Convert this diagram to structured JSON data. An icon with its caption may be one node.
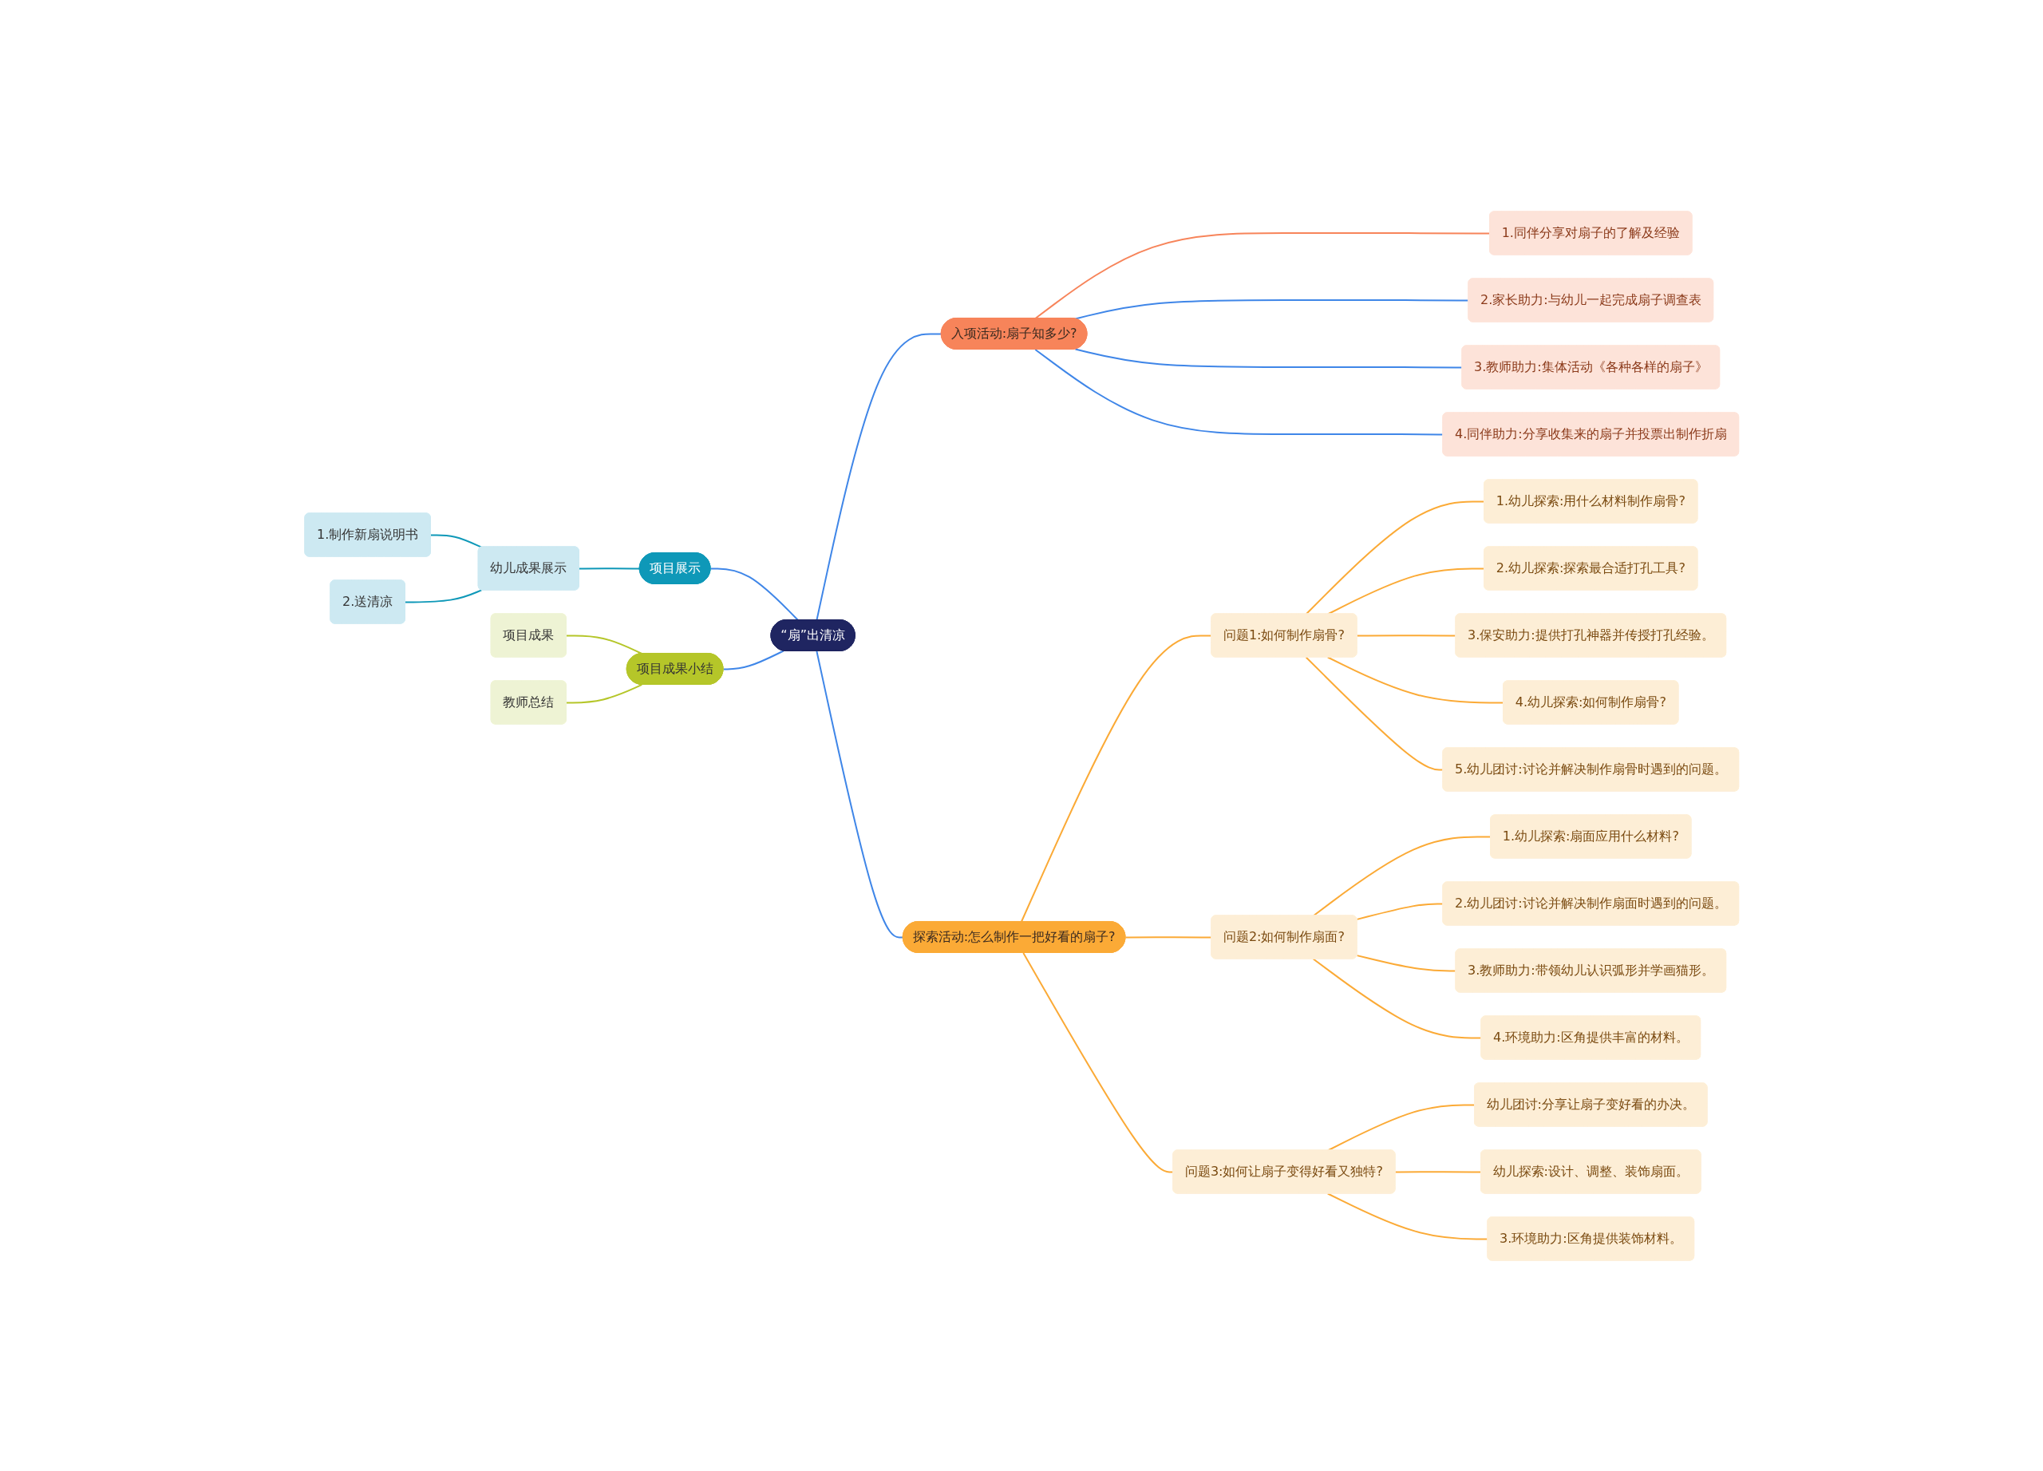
{
  "diagram": {
    "nodes": [
      {
        "text": [
          "“扇”出清凉"
        ]
      },
      {
        "text": [
          "入项活动:扇子知多少?"
        ]
      },
      {
        "text": [
          "1.同伴分享对扇子的了解及经验"
        ]
      },
      {
        "text": [
          "2.家长助力:与幼儿一起完成扇子调查表"
        ]
      },
      {
        "text": [
          "3.教师助力:集体活动《各种各样的扇子》"
        ]
      },
      {
        "text": [
          "4.同伴助力:分享收集来的扇子并投票出制作折扇"
        ]
      },
      {
        "text": [
          "探索活动:怎么制作一把好看的扇子?"
        ]
      },
      {
        "text": [
          "问题1:如何制作扇骨?"
        ]
      },
      {
        "text": [
          "1.幼儿探索:用什么材料制作扇骨?"
        ]
      },
      {
        "text": [
          "2.幼儿探索:探索最合适打孔工具?"
        ]
      },
      {
        "text": [
          "3.保安助力:提供打孔神器并传授打孔经验。"
        ]
      },
      {
        "text": [
          "4.幼儿探索:如何制作扇骨?"
        ]
      },
      {
        "text": [
          "5.幼儿团讨:讨论并解决制作扇骨时遇到的问题。"
        ]
      },
      {
        "text": [
          "问题2:如何制作扇面?"
        ]
      },
      {
        "text": [
          "1.幼儿探索:扇面应用什么材料?"
        ]
      },
      {
        "text": [
          "2.幼儿团讨:讨论并解决制作扇面时遇到的问题。"
        ]
      },
      {
        "text": [
          "3.教师助力:带领幼儿认识弧形并学画猫形。"
        ]
      },
      {
        "text": [
          "4.环境助力:区角提供丰富的材料。"
        ]
      },
      {
        "text": [
          "问题3:如何让扇子变得好看又独特?"
        ]
      },
      {
        "text": [
          "幼儿团讨:分享让扇子变好看的办决。"
        ]
      },
      {
        "text": [
          "幼儿探索:设计、调整、装饰扇面。"
        ]
      },
      {
        "text": [
          "3.环境助力:区角提供装饰材料。"
        ]
      },
      {
        "text": [
          "项目展示"
        ]
      },
      {
        "text": [
          "幼儿成果展示"
        ]
      },
      {
        "text": [
          "1.制作新扇说明书"
        ]
      },
      {
        "text": [
          "2.送清凉"
        ]
      },
      {
        "text": [
          "项目成果小结"
        ]
      },
      {
        "text": [
          "项目成果"
        ]
      },
      {
        "text": [
          "教师总结"
        ]
      }
    ],
    "edges": [
      {
        "from": 0,
        "to": 1,
        "arrow": "none",
        "color": "#3f86e8"
      },
      {
        "from": 1,
        "to": 2,
        "arrow": "none",
        "color": "#f7845a"
      },
      {
        "from": 1,
        "to": 3,
        "arrow": "none",
        "color": "#3f86e8"
      },
      {
        "from": 1,
        "to": 4,
        "arrow": "none",
        "color": "#3f86e8"
      },
      {
        "from": 1,
        "to": 5,
        "arrow": "none",
        "color": "#3f86e8"
      },
      {
        "from": 0,
        "to": 6,
        "arrow": "none",
        "color": "#3f86e8"
      },
      {
        "from": 6,
        "to": 7,
        "arrow": "none"
      },
      {
        "from": 7,
        "to": 8,
        "arrow": "none"
      },
      {
        "from": 7,
        "to": 9,
        "arrow": "none"
      },
      {
        "from": 7,
        "to": 10,
        "arrow": "none"
      },
      {
        "from": 7,
        "to": 11,
        "arrow": "none"
      },
      {
        "from": 7,
        "to": 12,
        "arrow": "none"
      },
      {
        "from": 6,
        "to": 13,
        "arrow": "none"
      },
      {
        "from": 13,
        "to": 14,
        "arrow": "none"
      },
      {
        "from": 13,
        "to": 15,
        "arrow": "none"
      },
      {
        "from": 13,
        "to": 16,
        "arrow": "none"
      },
      {
        "from": 13,
        "to": 17,
        "arrow": "none"
      },
      {
        "from": 6,
        "to": 18,
        "arrow": "none"
      },
      {
        "from": 18,
        "to": 19,
        "arrow": "none"
      },
      {
        "from": 18,
        "to": 20,
        "arrow": "none"
      },
      {
        "from": 18,
        "to": 21,
        "arrow": "none"
      },
      {
        "from": 22,
        "to": 0,
        "arrow": "none",
        "color": "#3f86e8"
      },
      {
        "from": 23,
        "to": 22,
        "arrow": "none",
        "color": "#0e98b8"
      },
      {
        "from": 24,
        "to": 23,
        "arrow": "none",
        "color": "#0e98b8"
      },
      {
        "from": 25,
        "to": 23,
        "arrow": "none",
        "color": "#0e98b8"
      },
      {
        "from": 26,
        "to": 0,
        "arrow": "none",
        "color": "#3f86e8"
      },
      {
        "from": 27,
        "to": 26,
        "arrow": "none",
        "color": "#b5c629"
      },
      {
        "from": 28,
        "to": 26,
        "arrow": "none",
        "color": "#b5c629"
      }
    ]
  }
}
